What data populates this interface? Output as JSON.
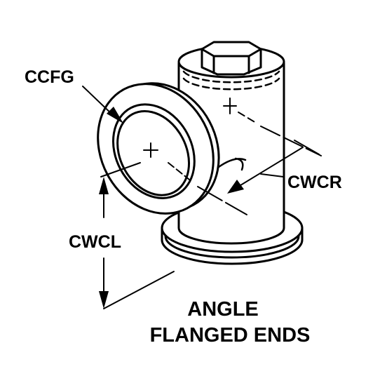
{
  "labels": {
    "ccfg": "CCFG",
    "cwcl": "CWCL",
    "cwcr": "CWCR",
    "title_line1": "ANGLE",
    "title_line2": "FLANGED ENDS"
  },
  "colors": {
    "ink": "#000000",
    "background": "#ffffff"
  }
}
